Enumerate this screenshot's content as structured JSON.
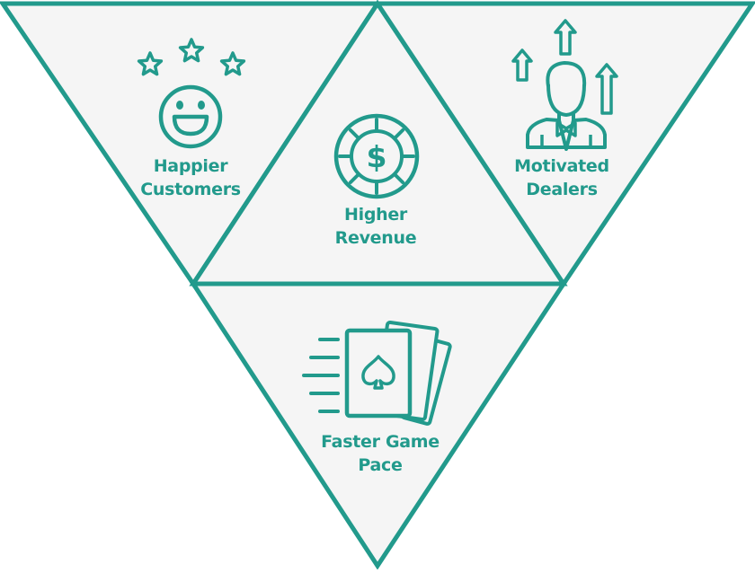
{
  "colors": {
    "teal": "#229a8c",
    "panel_fill": "#f5f5f5",
    "background": "#ffffff"
  },
  "segments": [
    {
      "id": "happier-customers",
      "icon": "smiley-stars-icon",
      "lines": [
        "Happier",
        "Customers"
      ]
    },
    {
      "id": "higher-revenue",
      "icon": "dollar-chip-icon",
      "lines": [
        "Higher",
        "Revenue"
      ]
    },
    {
      "id": "motivated-dealers",
      "icon": "dealer-arrows-icon",
      "lines": [
        "Motivated",
        "Dealers"
      ]
    },
    {
      "id": "faster-game-pace",
      "icon": "fast-cards-icon",
      "lines": [
        "Faster Game",
        "Pace"
      ]
    }
  ]
}
